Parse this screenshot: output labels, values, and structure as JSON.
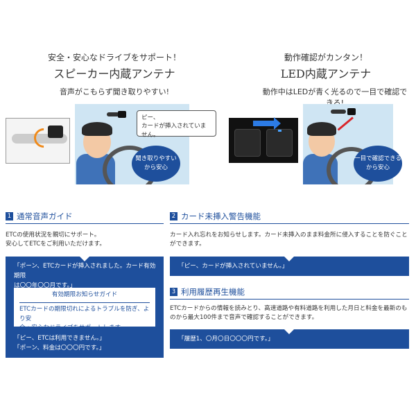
{
  "left_panel": {
    "title_line1": "安全・安心なドライブをサポート！",
    "title_line2": "スピーカー内蔵アンテナ",
    "subtitle": "音声がこもらず聞き取りやすい!",
    "speech_line1": "ピー、",
    "speech_line2": "カードが挿入されていません。",
    "cloud_line1": "聞き取りやすい",
    "cloud_line2": "から安心"
  },
  "right_panel": {
    "title_line1": "動作確認がカンタン！",
    "title_line2": "LED内蔵アンテナ",
    "subtitle": "動作中はLEDが青く光るので一目で確認できる!",
    "cloud_line1": "一目で確認できる",
    "cloud_line2": "から安心"
  },
  "sections": {
    "s1": {
      "num": "1",
      "title": "通常音声ガイド",
      "text_line1": "ETCの使用状況を親切にサポート。",
      "text_line2": "安心してETCをご利用いただけます。",
      "box_line1": "「ポーン、ETCカードが挿入されました。カード有効期限",
      "box_line2": "は〇〇年〇〇月です。」",
      "inner_title": "有効期限お知らせガイド",
      "inner_line1": "ETCカードの期限切れによるトラブルを防ぎ、より安",
      "inner_line2": "全・安心なドライブをサポートします。",
      "box_line3": "「ピー、ETCは利用できません。」",
      "box_line4": "「ポーン、料金は〇〇〇円です。」"
    },
    "s2": {
      "num": "2",
      "title": "カード未挿入警告機能",
      "text_line1": "カード入れ忘れをお知らせします。カード未挿入のまま料金所に侵入することを防ぐこと",
      "text_line2": "ができます。",
      "box_text": "「ピー、カードが挿入されていません。」"
    },
    "s3": {
      "num": "3",
      "title": "利用履歴再生機能",
      "text_line1": "ETCカードからの情報を読みとり、高速道路や有料道路を利用した月日と料金を最新のも",
      "text_line2": "のから最大100件まで音声で確認することができます。",
      "box_text": "「履歴1、〇月〇日〇〇〇円です。」"
    }
  },
  "colors": {
    "accent": "#1e4f9c",
    "arrow": "#2c7be5",
    "wave": "#f08a1a",
    "scene_bg": "#cfe5f3"
  }
}
